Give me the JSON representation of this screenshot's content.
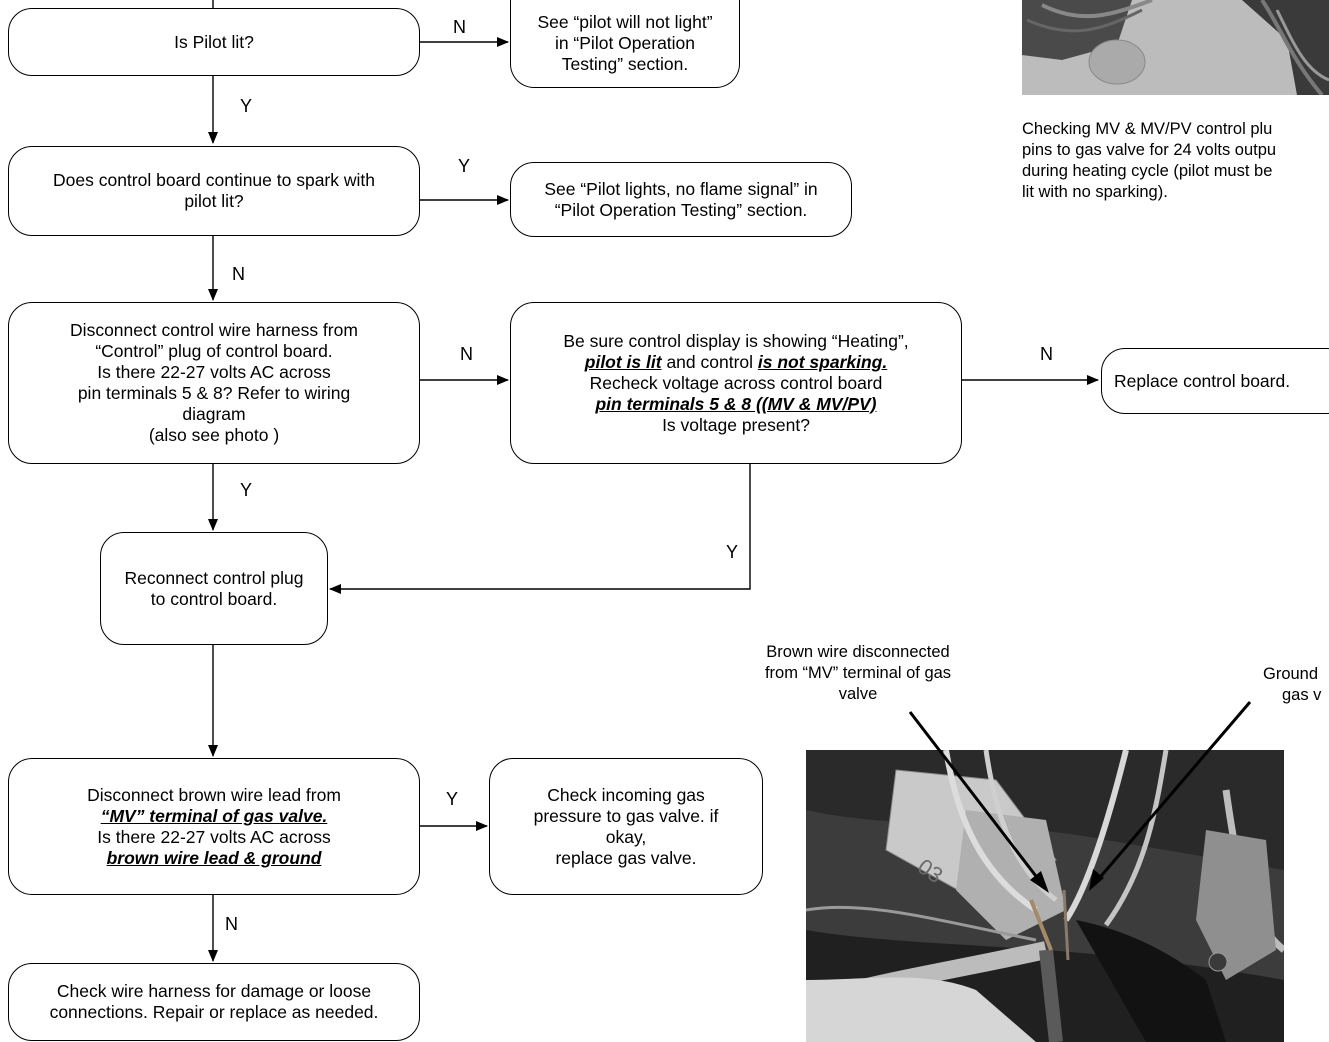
{
  "nodes": {
    "pilot_lit": {
      "text": "Is Pilot lit?"
    },
    "pilot_not_light": {
      "lines": [
        "See “pilot will not light”",
        "in “Pilot Operation",
        "Testing” section."
      ]
    },
    "continue_spark": {
      "lines": [
        "Does control board continue to spark with",
        "pilot lit?"
      ]
    },
    "no_flame_signal": {
      "lines": [
        "See “Pilot lights, no flame signal” in",
        "“Pilot Operation Testing” section."
      ]
    },
    "disconnect_harness": {
      "lines": [
        "Disconnect control wire harness from",
        "“Control” plug of control board.",
        "Is there 22-27 volts AC across",
        "pin terminals 5 & 8?  Refer to wiring",
        "diagram",
        "(also see photo )"
      ]
    },
    "recheck": {
      "l1": "Be sure control display is  showing “Heating”,",
      "l2_bold": "pilot is lit",
      "l2_mid": " and control ",
      "l2_bold2": "is not sparking.",
      "l3": "Recheck voltage across control board",
      "l4_bold": "pin terminals 5 & 8 ((MV & MV/PV)",
      "l5": "Is voltage present?"
    },
    "replace_board": {
      "text": "Replace control board."
    },
    "reconnect": {
      "lines": [
        "Reconnect control plug",
        "to control board."
      ]
    },
    "disconnect_brown": {
      "l1": "Disconnect brown wire lead from",
      "l2_bold": "“MV” terminal of gas valve.",
      "l3": "Is there 22-27 volts AC across",
      "l4_bold": "brown wire lead & ground"
    },
    "check_gas": {
      "lines": [
        "Check incoming gas",
        "pressure to gas valve. if",
        "okay,",
        "replace gas valve."
      ]
    },
    "check_harness": {
      "lines": [
        "Check wire harness for damage or loose",
        "connections. Repair or replace as needed."
      ]
    }
  },
  "edge_labels": {
    "e1": "N",
    "e2": "Y",
    "e3": "Y",
    "e4": "N",
    "e5": "N",
    "e6": "N",
    "e7": "Y",
    "e8": "Y",
    "e9": "Y",
    "e10": "N"
  },
  "captions": {
    "top_photo": [
      "Checking MV & MV/PV control plu",
      "pins to gas valve for 24 volts outpu",
      "during  heating cycle (pilot must be",
      "lit with no sparking)."
    ],
    "brown_wire": [
      "Brown wire disconnected",
      "from “MV” terminal of gas",
      "valve"
    ],
    "ground": [
      "Ground",
      "gas v"
    ]
  },
  "colors": {
    "line": "#000000",
    "box_fill": "#ffffff",
    "photo_dark": "#2a2a2a",
    "photo_light": "#bdbdbd"
  }
}
